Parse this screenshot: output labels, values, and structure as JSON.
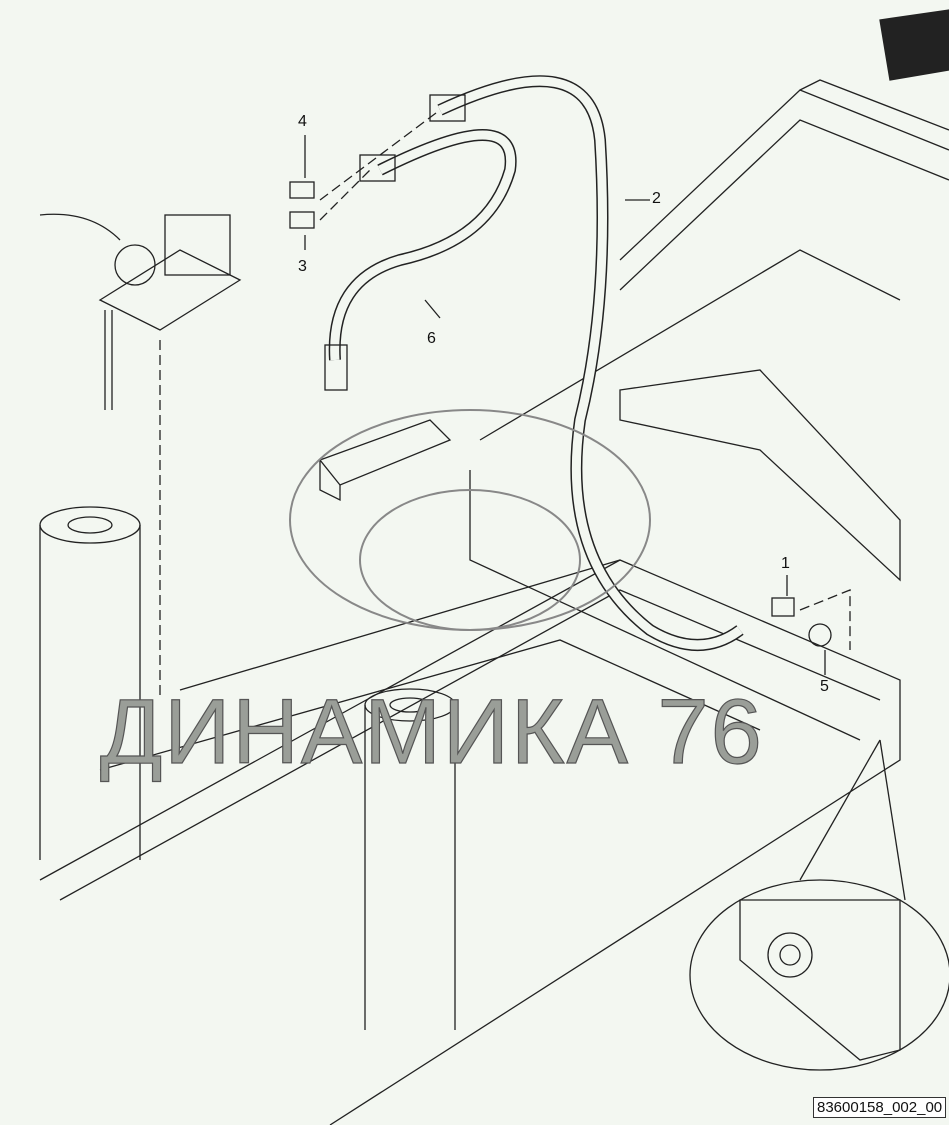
{
  "callouts": {
    "c1": "1",
    "c2": "2",
    "c3": "3",
    "c4": "4",
    "c5": "5",
    "c6": "6"
  },
  "watermark": "ДИНАМИКА 76",
  "drawing_code": "83600158_002_00"
}
